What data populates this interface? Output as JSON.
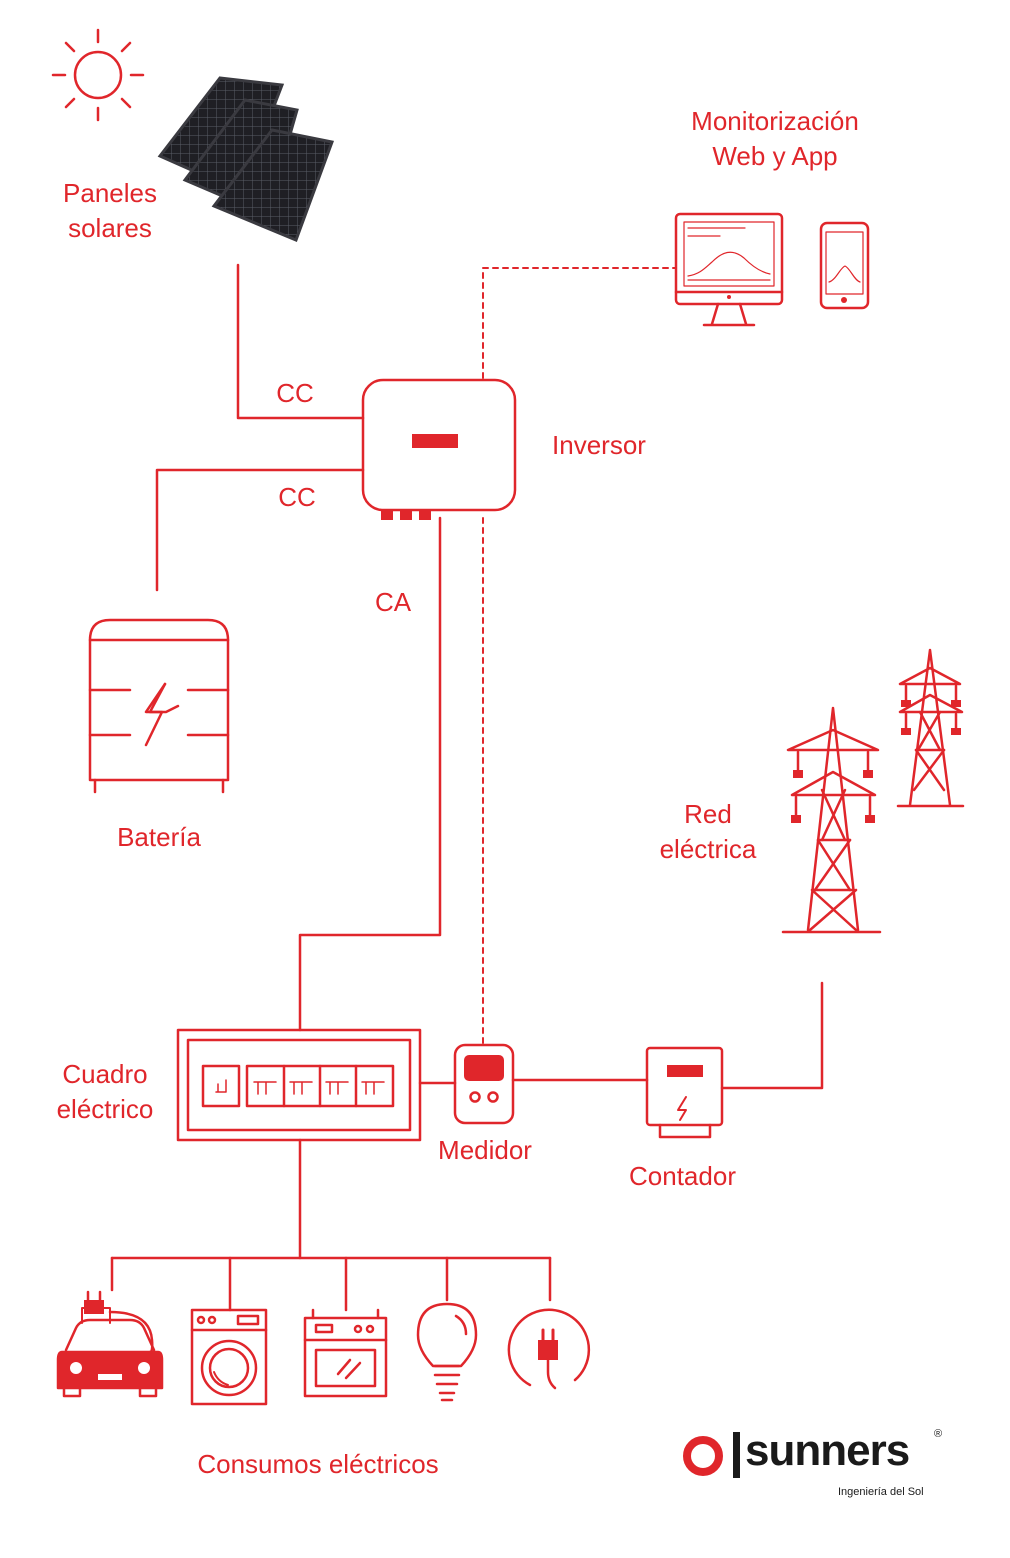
{
  "colors": {
    "accent": "#e0262b",
    "panel": "#1f1f24",
    "ink": "#1a1a1a"
  },
  "nodes": {
    "solar_panels": [
      "Paneles",
      "solares"
    ],
    "monitoring": [
      "Monitorización",
      "Web y App"
    ],
    "inverter": "Inversor",
    "battery": "Batería",
    "grid": [
      "Red",
      "eléctrica"
    ],
    "distribution_board": [
      "Cuadro",
      "eléctrico"
    ],
    "meter": "Medidor",
    "counter": "Contador",
    "consumption": "Consumos eléctricos"
  },
  "connections": {
    "dc_top": "CC",
    "dc_bottom": "CC",
    "ac": "CA"
  },
  "brand": {
    "name": "sunners",
    "tagline": "Ingeniería del Sol",
    "registered": "®"
  },
  "icons": [
    "sun-icon",
    "solar-panel-icon",
    "monitor-icon",
    "phone-icon",
    "inverter-icon",
    "battery-icon",
    "power-tower-icon",
    "breaker-panel-icon",
    "meter-icon",
    "counter-icon",
    "electric-car-icon",
    "washing-machine-icon",
    "oven-icon",
    "light-bulb-icon",
    "plug-icon",
    "sunners-logo-icon"
  ]
}
